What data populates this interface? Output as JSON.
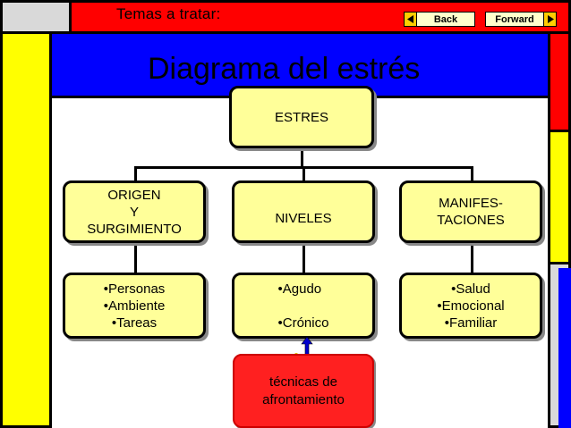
{
  "header": {
    "topic_label": "Temas a tratar:",
    "back_label": "Back",
    "forward_label": "Forward"
  },
  "slide": {
    "title": "Diagrama del estrés"
  },
  "diagram": {
    "root": "ESTRES",
    "categories": [
      {
        "lines": [
          "ORIGEN",
          "Y",
          "SURGIMIENTO"
        ]
      },
      {
        "lines": [
          "NIVELES"
        ]
      },
      {
        "lines": [
          "MANIFES-",
          "TACIONES"
        ]
      }
    ],
    "details": [
      {
        "items": [
          "•Personas",
          "•Ambiente",
          "•Tareas"
        ]
      },
      {
        "items": [
          "•Agudo",
          "",
          "•Crónico"
        ]
      },
      {
        "items": [
          "•Salud",
          "•Emocional",
          "•Familiar"
        ]
      }
    ],
    "techniques": [
      "técnicas de",
      "afrontamiento"
    ]
  },
  "colors": {
    "frame_red": "#ff0000",
    "frame_yellow": "#ffff00",
    "frame_blue": "#0000ff",
    "node_fill": "#ffff99",
    "techniques_fill": "#ff2020",
    "arrow": "#0000cc"
  },
  "icons": {
    "back_arrow": "triangle-left-icon",
    "forward_arrow": "triangle-right-icon",
    "connector_arrow": "up-arrow-icon"
  }
}
